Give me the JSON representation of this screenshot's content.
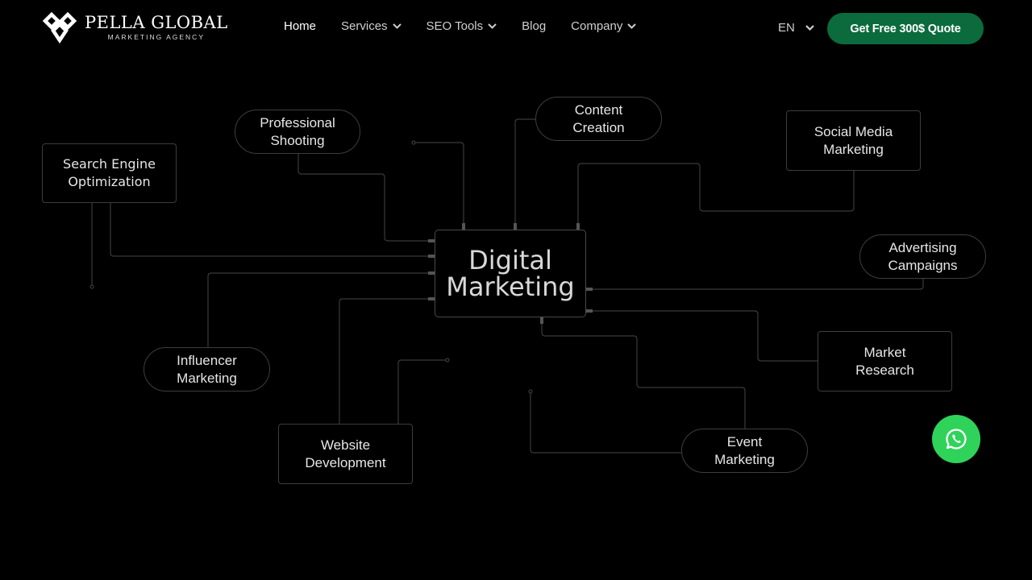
{
  "header": {
    "logo": {
      "title": "PELLA GLOBAL",
      "subtitle": "MARKETING AGENCY",
      "icon": "pella-logo-icon"
    },
    "nav": [
      {
        "label": "Home",
        "active": true,
        "dropdown": false
      },
      {
        "label": "Services",
        "active": false,
        "dropdown": true
      },
      {
        "label": "SEO Tools",
        "active": false,
        "dropdown": true
      },
      {
        "label": "Blog",
        "active": false,
        "dropdown": false
      },
      {
        "label": "Company",
        "active": false,
        "dropdown": true
      }
    ],
    "language": "EN",
    "cta_label": "Get Free 300$ Quote"
  },
  "diagram": {
    "hub": "Digital\nMarketing",
    "nodes": {
      "seo": "Search Engine\nOptimization",
      "shooting": "Professional\nShooting",
      "content": "Content\nCreation",
      "social": "Social Media\nMarketing",
      "ads": "Advertising\nCampaigns",
      "research": "Market\nResearch",
      "event": "Event\nMarketing",
      "web": "Website\nDevelopment",
      "influencer": "Influencer\nMarketing"
    }
  },
  "colors": {
    "background": "#000000",
    "cta": "#0b6b3c",
    "whatsapp": "#2fd35a",
    "line": "#3d3d3d"
  },
  "floating": {
    "icon": "whatsapp-icon"
  }
}
